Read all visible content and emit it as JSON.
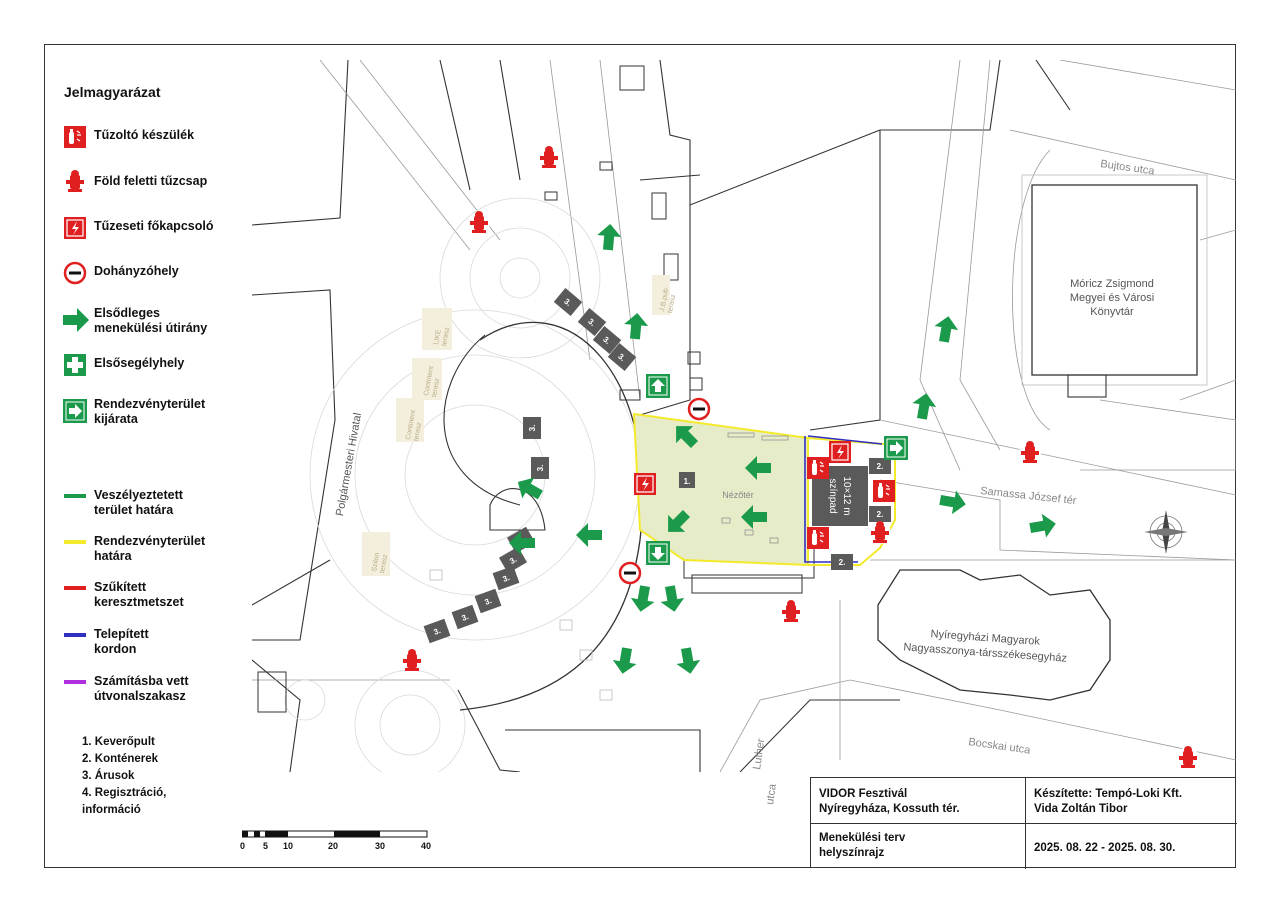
{
  "legend": {
    "title": "Jelmagyarázat",
    "items": [
      {
        "label": "Tűzoltó készülék",
        "icon": "fire-extinguisher-icon"
      },
      {
        "label": "Föld feletti tűzcsap",
        "icon": "fire-hydrant-icon"
      },
      {
        "label": "Tűzeseti főkapcsoló",
        "icon": "emergency-switch-icon"
      },
      {
        "label": "Dohányzóhely",
        "icon": "smoking-area-icon"
      },
      {
        "label": "Elsődleges\nmenekülési útirány",
        "icon": "escape-arrow-icon"
      },
      {
        "label": "Elsősegélyhely",
        "icon": "first-aid-icon"
      },
      {
        "label": "Rendezvényterület\nkijárata",
        "icon": "event-exit-icon"
      }
    ],
    "lines": [
      {
        "label": "Veszélyeztetett\nterület határa",
        "color": "#1a9a4a"
      },
      {
        "label": "Rendezvényterület\nhatára",
        "color": "#f2ea2a"
      },
      {
        "label": "Szűkített\nkeresztmetszet",
        "color": "#e02020"
      },
      {
        "label": "Telepített\nkordon",
        "color": "#3030c0"
      },
      {
        "label": "Számításba vett\nútvonalszakasz",
        "color": "#b030e0"
      }
    ]
  },
  "notes": [
    "1. Keverőpult",
    "2. Konténerek",
    "3. Árusok",
    "4. Regisztráció,\n    információ"
  ],
  "scale": {
    "labels": [
      "0",
      "5",
      "10",
      "20",
      "30",
      "40"
    ]
  },
  "map_labels": {
    "street_bujtos": "Bujtos utca",
    "street_samassa": "Samassa József tér",
    "street_bocskai": "Bocskai utca",
    "street_luther_1": "Luther",
    "street_luther_2": "utca",
    "library_1": "Móricz Zsigmond",
    "library_2": "Megyei és Városi",
    "library_3": "Könyvtár",
    "cathedral_1": "Nyíregyházi Magyarok",
    "cathedral_2": "Nagyasszonya-társszékesegyház",
    "mayor_office": "Polgármesteri Hivatal",
    "audience": "Nézőtér",
    "stage_1": "színpad",
    "stage_2": "10×12 m",
    "terrace_jb": "J.B.pub\nterasz",
    "terrace_lake": "LIKE\nterasz",
    "terrace_continent_1": "Continent\nterasz",
    "terrace_continent_2": "Continent\nterasz",
    "terrace_szilon": "Szilon\nterasz",
    "mixer_num": "1.",
    "container_num": "2.",
    "vendor_num": "3."
  },
  "colors": {
    "escape_green": "#1a9a4a",
    "event_yellow": "#f2ea2a",
    "event_fill": "#e6ebc8",
    "cordon_blue": "#3030c0",
    "fire_red": "#e02020",
    "booth_gray": "#5a5a5a"
  },
  "title_block": {
    "event": "VIDOR Fesztivál\nNyíregyháza, Kossuth tér.",
    "author": "Készítette: Tempó-Loki Kft.\n                   Vida Zoltán Tibor",
    "doc": "Menekülési terv\nhelyszínrajz",
    "dates": "2025. 08. 22 - 2025. 08. 30."
  }
}
